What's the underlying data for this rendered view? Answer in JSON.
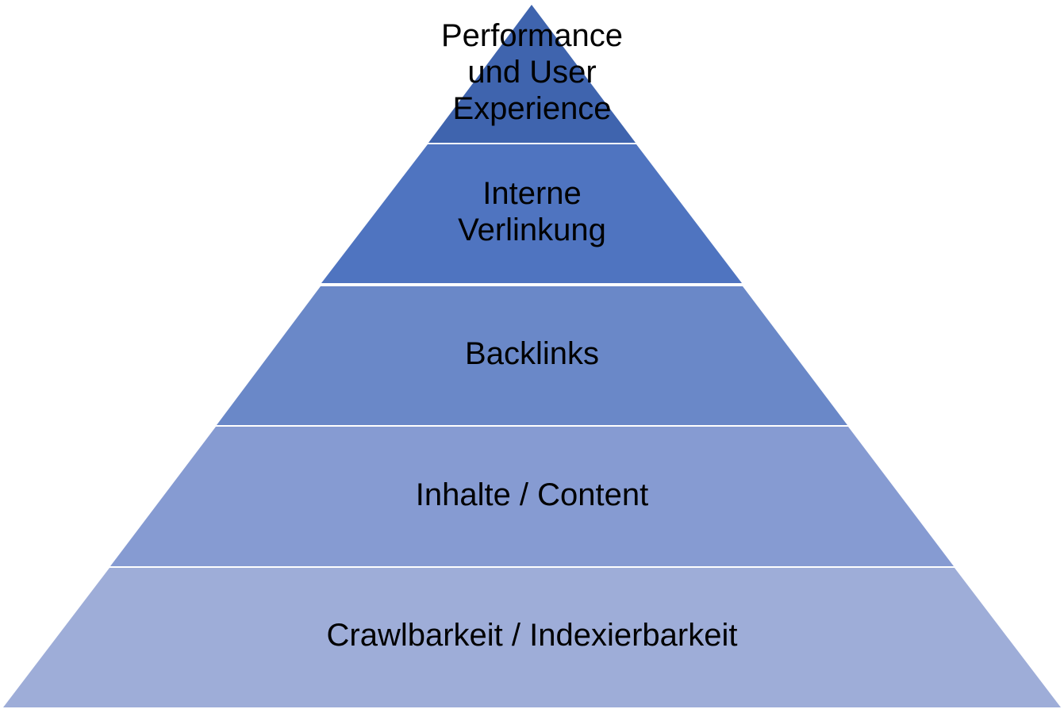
{
  "pyramid": {
    "levels": [
      {
        "label": "Performance\nund User\nExperience",
        "color": "#3f64ae"
      },
      {
        "label": "Interne\nVerlinkung",
        "color": "#4f74c0"
      },
      {
        "label": "Backlinks",
        "color": "#6a88c8"
      },
      {
        "label": "Inhalte / Content",
        "color": "#869bd2"
      },
      {
        "label": "Crawlbarkeit / Indexierbarkeit",
        "color": "#9eadd8"
      }
    ],
    "separator_color": "#ffffff"
  }
}
